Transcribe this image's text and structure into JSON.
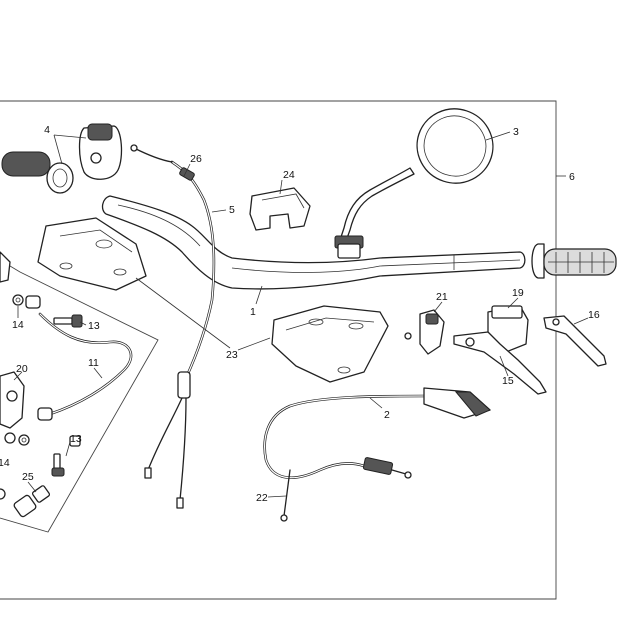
{
  "labels": {
    "p1": "1",
    "p2": "2",
    "p3": "3",
    "p4": "4",
    "p5": "5",
    "p6": "6",
    "p11": "11",
    "p13a": "13",
    "p13b": "13",
    "p14a": "14",
    "p14b": "14",
    "p15": "15",
    "p16": "16",
    "p19": "19",
    "p20": "20",
    "p21": "21",
    "p22": "22",
    "p23": "23",
    "p24": "24",
    "p25": "25",
    "p26": "26"
  }
}
